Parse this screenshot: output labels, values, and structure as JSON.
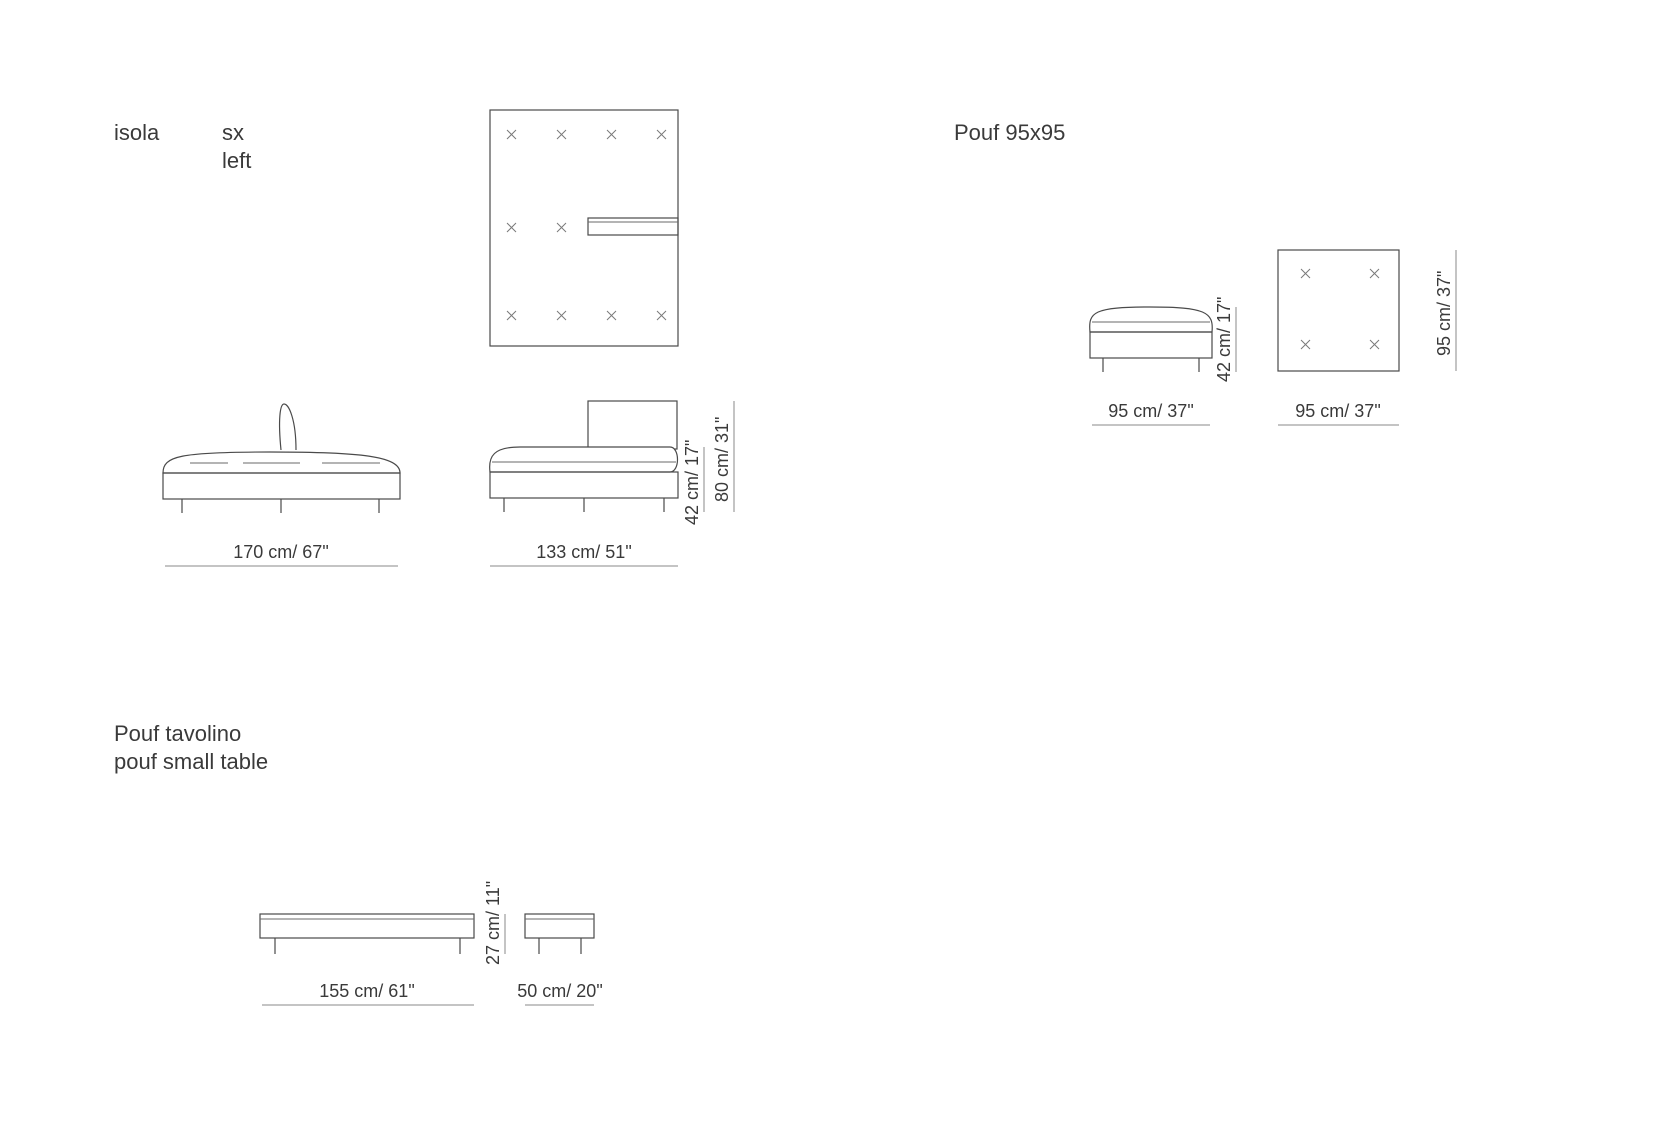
{
  "section_isola": {
    "title": "isola",
    "side_it": "sx",
    "side_en": "left",
    "dim_width_front": "170 cm/ 67\"",
    "dim_depth_side": "133 cm/ 51\"",
    "dim_seat_height": "42 cm/ 17\"",
    "dim_total_height": "80 cm/ 31\""
  },
  "section_pouf": {
    "title": "Pouf 95x95",
    "dim_width_front": "95 cm/ 37\"",
    "dim_width_top": "95 cm/ 37\"",
    "dim_height": "42 cm/ 17\"",
    "dim_depth_top": "95 cm/ 37\""
  },
  "section_tavolino": {
    "title_it": "Pouf tavolino",
    "title_en": "pouf small table",
    "dim_length": "155 cm/ 61\"",
    "dim_width": "50 cm/ 20\"",
    "dim_height": "27 cm/ 11\""
  }
}
